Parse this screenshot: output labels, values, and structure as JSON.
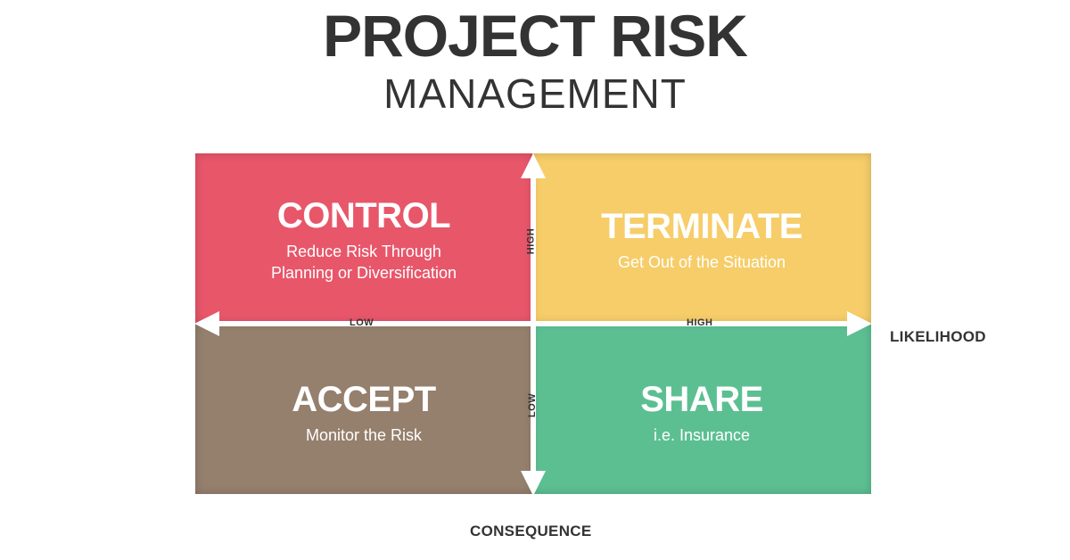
{
  "title": "PROJECT RISK",
  "subtitle": "MANAGEMENT",
  "colors": {
    "text_dark": "#333333",
    "control": "#E8566A",
    "terminate": "#F6CD69",
    "accept": "#957F6D",
    "share": "#5CBF92",
    "axis": "#ffffff"
  },
  "quadrants": {
    "control": {
      "heading": "CONTROL",
      "line1": "Reduce Risk Through",
      "line2": "Planning or Diversification"
    },
    "terminate": {
      "heading": "TERMINATE",
      "line1": "Get Out of the Situation"
    },
    "accept": {
      "heading": "ACCEPT",
      "line1": "Monitor the Risk"
    },
    "share": {
      "heading": "SHARE",
      "line1": "i.e. Insurance"
    }
  },
  "axis_labels": {
    "horizontal_low": "LOW",
    "horizontal_high": "HIGH",
    "vertical_high": "HIGH",
    "vertical_low": "LOW"
  },
  "likelihood_label": "LIKELIHOOD",
  "consequence_label": "CONSEQUENCE"
}
